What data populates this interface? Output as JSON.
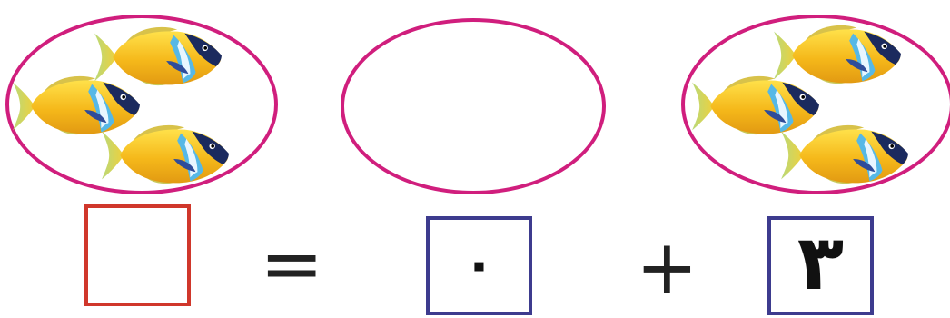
{
  "equation": {
    "left_group": {
      "fish_count": 3
    },
    "middle_group": {
      "fish_count": 0
    },
    "right_group": {
      "fish_count": 3
    },
    "answer_value": "",
    "equals_symbol": "=",
    "plus_symbol": "+",
    "middle_addend": "٠",
    "right_addend": "٣"
  },
  "colors": {
    "oval_border": "#d01e7d",
    "answer_box_border": "#d0372b",
    "addend_box_border": "#3d3b8e",
    "fish_body": "#f7c21a",
    "fish_face": "#1b2a5e",
    "fish_fin": "#56b8e6"
  },
  "icons": {
    "fish": "yellow-tropical-fish-icon"
  }
}
